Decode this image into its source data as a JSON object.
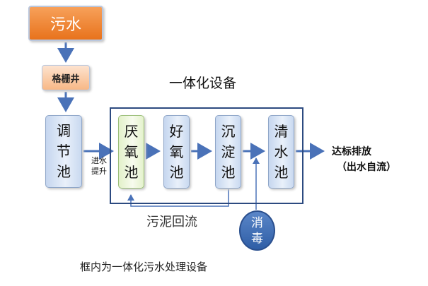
{
  "diagram": {
    "title": "一体化设备",
    "nodes": {
      "sewage": "污水",
      "grate_well": "格栅井",
      "adjust_tank": "调节池",
      "anoxic_tank": "厌氧池",
      "aerobic_tank": "好氧池",
      "settling_tank": "沉淀池",
      "clear_tank": "清水池",
      "disinfection": "消毒"
    },
    "labels": {
      "pump": "进水提升",
      "discharge_line1": "达标排放",
      "discharge_line2": "（出水自流）",
      "sludge_return": "污泥回流"
    },
    "caption": "框内为一体化污水处理设备",
    "colors": {
      "sewage": "#e8731c",
      "grate_well": "#f8b886",
      "tank": "#c5d6ef",
      "anoxic_tank": "#e2f1c9",
      "frame": "#2c4a80",
      "arrow": "#4a72b8",
      "disinfection": "#2f5ea6"
    }
  }
}
